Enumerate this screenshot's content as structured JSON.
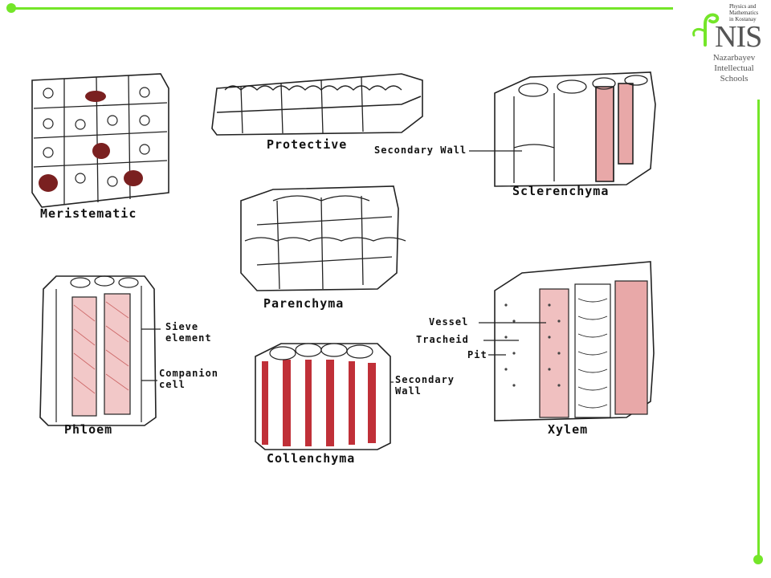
{
  "colors": {
    "accent": "#74e629",
    "cell_wall": "#222222",
    "tissue_red": "#c03038",
    "tissue_pink": "#e8a8a8",
    "logo_green": "#74e629"
  },
  "logo": {
    "small_text": "Physics and\nMathematics\nin Kostanay",
    "acronym": "NIS",
    "school_name": "Nazarbayev\nIntellectual\nSchools"
  },
  "diagram": {
    "meristematic": {
      "title": "Meristematic"
    },
    "protective": {
      "title": "Protective"
    },
    "sclerenchyma": {
      "title": "Sclerenchyma",
      "label_secondary_wall": "Secondary Wall"
    },
    "parenchyma": {
      "title": "Parenchyma"
    },
    "phloem": {
      "title": "Phloem",
      "label_sieve": "Sieve\nelement",
      "label_companion": "Companion\ncell"
    },
    "collenchyma": {
      "title": "Collenchyma",
      "label_secondary_wall": "Secondary\nWall"
    },
    "xylem": {
      "title": "Xylem",
      "label_vessel": "Vessel",
      "label_tracheid": "Tracheid",
      "label_pit": "Pit"
    }
  }
}
